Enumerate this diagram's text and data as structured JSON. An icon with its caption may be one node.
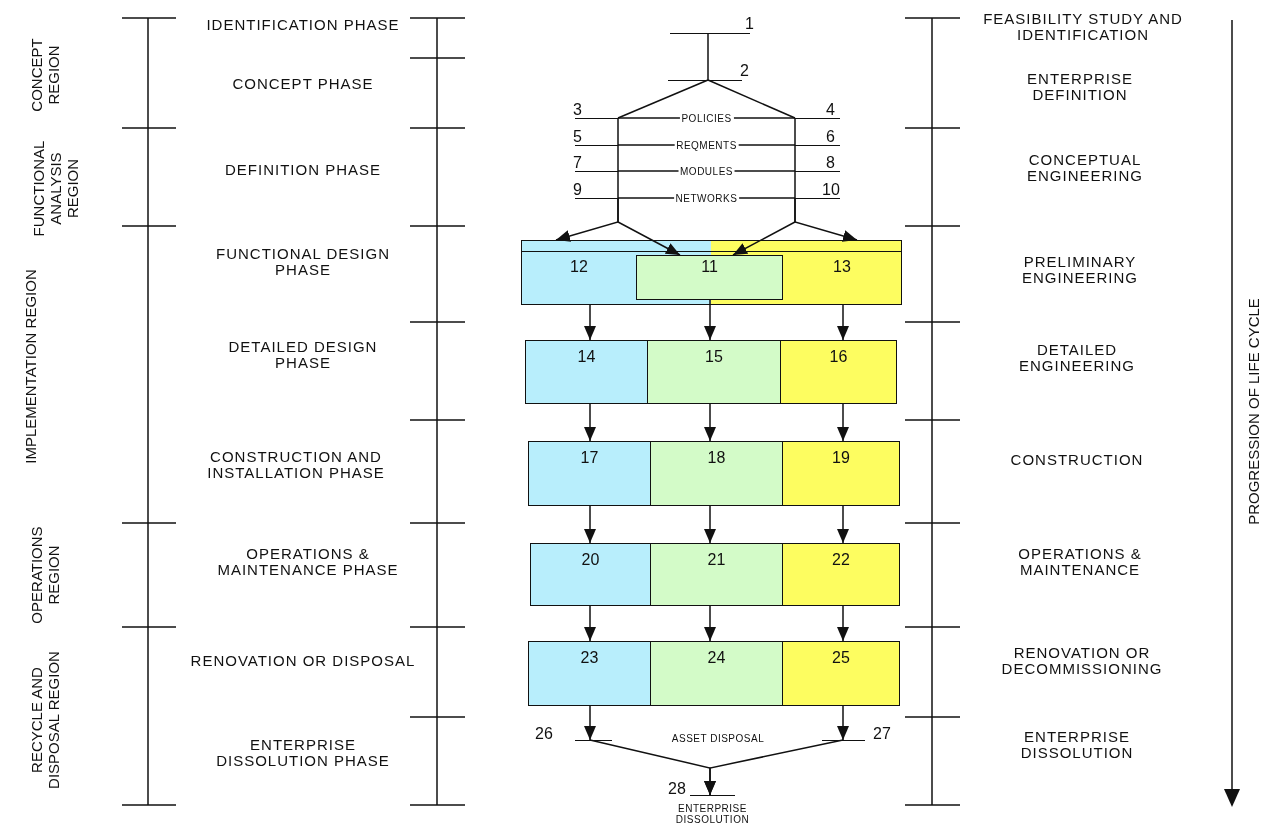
{
  "diagram": {
    "nodes": [
      {
        "text": [
          "1"
        ]
      },
      {
        "text": [
          "2"
        ]
      },
      {
        "text": [
          "3"
        ]
      },
      {
        "text": [
          "4"
        ]
      },
      {
        "text": [
          "5"
        ]
      },
      {
        "text": [
          "6"
        ]
      },
      {
        "text": [
          "7"
        ]
      },
      {
        "text": [
          "8"
        ]
      },
      {
        "text": [
          "9"
        ]
      },
      {
        "text": [
          "10"
        ]
      },
      {
        "text": [
          "12"
        ]
      },
      {
        "text": [
          "11"
        ]
      },
      {
        "text": [
          "13"
        ]
      },
      {
        "text": [
          "14"
        ]
      },
      {
        "text": [
          "15"
        ]
      },
      {
        "text": [
          "16"
        ]
      },
      {
        "text": [
          "17"
        ]
      },
      {
        "text": [
          "18"
        ]
      },
      {
        "text": [
          "19"
        ]
      },
      {
        "text": [
          "20"
        ]
      },
      {
        "text": [
          "21"
        ]
      },
      {
        "text": [
          "22"
        ]
      },
      {
        "text": [
          "23"
        ]
      },
      {
        "text": [
          "24"
        ]
      },
      {
        "text": [
          "25"
        ]
      },
      {
        "text": [
          "26"
        ]
      },
      {
        "text": [
          "27"
        ]
      },
      {
        "text": [
          "28"
        ],
        "beside": [
          "ENTERPRISE DISSOLUTION"
        ]
      }
    ],
    "edges": [
      {
        "from": 0,
        "to": 1,
        "arrow": "none"
      },
      {
        "from": 1,
        "to": 2,
        "arrow": "none"
      },
      {
        "from": 1,
        "to": 3,
        "arrow": "none"
      },
      {
        "from": 2,
        "to": 3,
        "arrow": "none",
        "label": "POLICIES"
      },
      {
        "from": 4,
        "to": 5,
        "arrow": "none",
        "label": "REQMENTS"
      },
      {
        "from": 6,
        "to": 7,
        "arrow": "none",
        "label": "MODULES"
      },
      {
        "from": 8,
        "to": 9,
        "arrow": "none",
        "label": "NETWORKS"
      },
      {
        "from": 2,
        "to": 4,
        "arrow": "none"
      },
      {
        "from": 4,
        "to": 6,
        "arrow": "none"
      },
      {
        "from": 6,
        "to": 8,
        "arrow": "none"
      },
      {
        "from": 3,
        "to": 5,
        "arrow": "none"
      },
      {
        "from": 5,
        "to": 7,
        "arrow": "none"
      },
      {
        "from": 7,
        "to": 9,
        "arrow": "none"
      },
      {
        "from": 8,
        "to": 10,
        "arrow": "to"
      },
      {
        "from": 8,
        "to": 11,
        "arrow": "to"
      },
      {
        "from": 9,
        "to": 11,
        "arrow": "to"
      },
      {
        "from": 9,
        "to": 12,
        "arrow": "to"
      },
      {
        "from": 10,
        "to": 13,
        "arrow": "to"
      },
      {
        "from": 11,
        "to": 14,
        "arrow": "to"
      },
      {
        "from": 12,
        "to": 15,
        "arrow": "to"
      },
      {
        "from": 13,
        "to": 16,
        "arrow": "to"
      },
      {
        "from": 14,
        "to": 17,
        "arrow": "to"
      },
      {
        "from": 15,
        "to": 18,
        "arrow": "to"
      },
      {
        "from": 16,
        "to": 19,
        "arrow": "to"
      },
      {
        "from": 17,
        "to": 20,
        "arrow": "to"
      },
      {
        "from": 18,
        "to": 21,
        "arrow": "to"
      },
      {
        "from": 19,
        "to": 22,
        "arrow": "to"
      },
      {
        "from": 20,
        "to": 23,
        "arrow": "to"
      },
      {
        "from": 21,
        "to": 24,
        "arrow": "to"
      },
      {
        "from": 22,
        "to": 25,
        "arrow": "to"
      },
      {
        "from": 24,
        "to": 26,
        "arrow": "to"
      },
      {
        "from": 25,
        "to": 27,
        "arrow": "to"
      },
      {
        "from": 26,
        "to": 27,
        "arrow": "to"
      }
    ],
    "labels": [
      "CONCEPT REGION",
      "FUNCTIONAL ANALYSIS REGION",
      "IMPLEMENTATION REGION",
      "OPERATIONS REGION",
      "RECYCLE AND DISPOSAL REGION",
      "IDENTIFICATION PHASE",
      "CONCEPT PHASE",
      "DEFINITION PHASE",
      "FUNCTIONAL DESIGN PHASE",
      "DETAILED DESIGN PHASE",
      "CONSTRUCTION AND INSTALLATION PHASE",
      "OPERATIONS & MAINTENANCE PHASE",
      "RENOVATION OR DISPOSAL",
      "ENTERPRISE DISSOLUTION PHASE",
      "FEASIBILITY STUDY AND IDENTIFICATION",
      "ENTERPRISE DEFINITION",
      "CONCEPTUAL ENGINEERING",
      "PRELIMINARY ENGINEERING",
      "DETAILED ENGINEERING",
      "CONSTRUCTION",
      "OPERATIONS & MAINTENANCE",
      "RENOVATION OR DECOMMISSIONING",
      "ENTERPRISE DISSOLUTION",
      "ASSET DISPOSAL",
      "PROGRESSION OF LIFE CYCLE"
    ]
  }
}
